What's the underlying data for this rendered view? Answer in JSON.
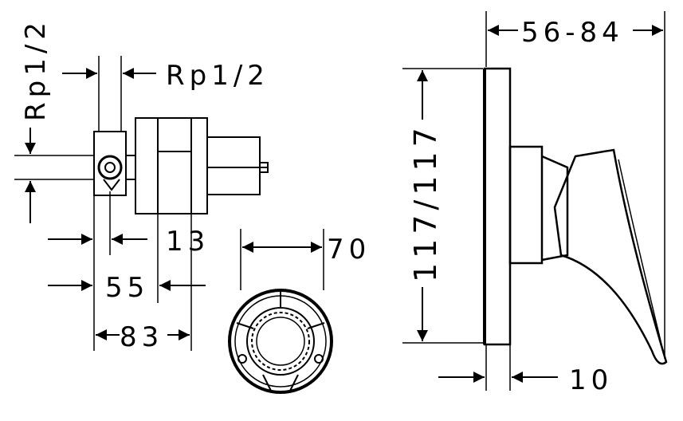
{
  "diagram": {
    "labels": {
      "rp_vertical": "Rp1/2",
      "rp_horizontal": "Rp1/2",
      "dim_13": "13",
      "dim_55": "55",
      "dim_83": "83",
      "dim_70": "70",
      "dim_117": "117/117",
      "dim_56_84": "56-84",
      "dim_10": "10"
    },
    "colors": {
      "line": "#000000",
      "background": "#ffffff"
    }
  }
}
